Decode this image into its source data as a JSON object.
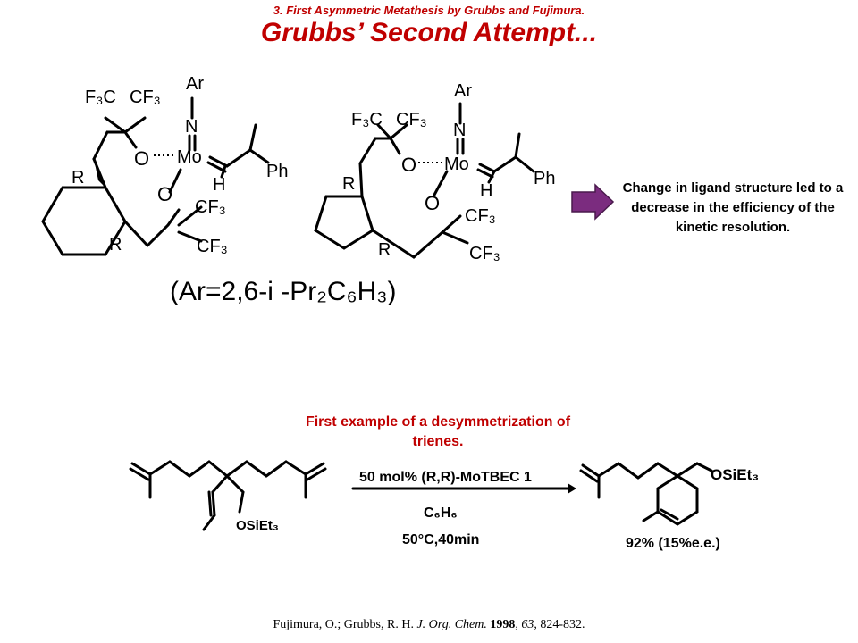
{
  "header": {
    "subtitle": "3. First Asymmetric Metathesis by Grubbs and Fujimura.",
    "title": "Grubbs’ Second Attempt..."
  },
  "structures": {
    "ar": "Ar",
    "n": "N",
    "f3c": "F₃C",
    "cf3": "CF₃",
    "o": "O",
    "mo": "Mo",
    "h": "H",
    "ph": "Ph",
    "r": "R",
    "ar_definition": "(Ar=2,6-i -Pr₂C₆H₃)"
  },
  "note": {
    "text": "Change in ligand structure led to a decrease in the efficiency of the kinetic resolution."
  },
  "arrow_color": "#7b2c7f",
  "reaction": {
    "caption": "First example of a desymmetrization of trienes.",
    "reagent": "50 mol% (R,R)-MoTBEC 1",
    "solvent": "C₆H₆",
    "conditions": "50°C,40min",
    "substituent": "OSiEt₃",
    "yield": "92% (15%e.e.)"
  },
  "citation": {
    "authors": "Fujimura, O.; Grubbs, R. H.",
    "journal": "J. Org. Chem.",
    "year": "1998",
    "volume": "63",
    "pages": "824-832."
  }
}
